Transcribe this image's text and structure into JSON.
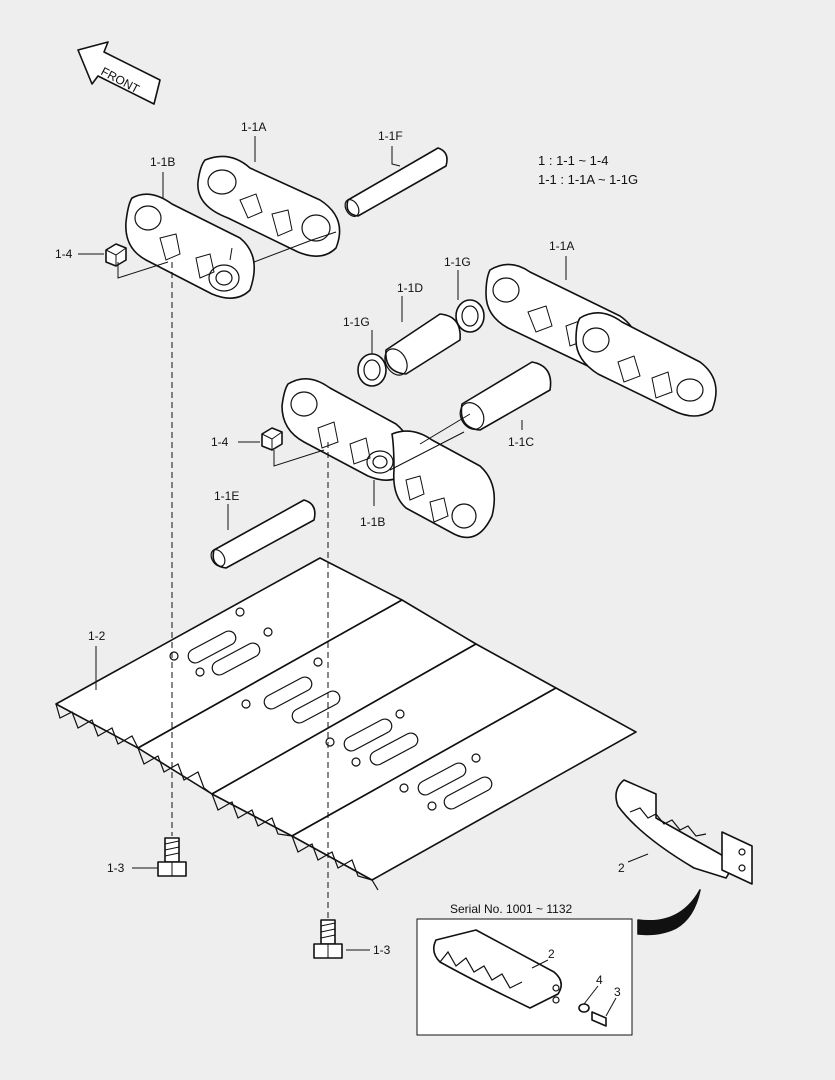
{
  "front_label": "FRONT",
  "legend": {
    "line1": "1 : 1-1 ~ 1-4",
    "line2": "1-1 : 1-1A ~ 1-1G"
  },
  "inset": {
    "title": "Serial No. 1001 ~ 1132"
  },
  "callouts": {
    "link_a_top": "1-1A",
    "pin_f": "1-1F",
    "link_b_top": "1-1B",
    "nut_top": "1-4",
    "seal_g_right": "1-1G",
    "bushing_d": "1-1D",
    "seal_g_left": "1-1G",
    "link_a_right": "1-1A",
    "nut_mid": "1-4",
    "bushing_c": "1-1C",
    "pin_e": "1-1E",
    "link_b_mid": "1-1B",
    "shoe": "1-2",
    "bolt_left": "1-3",
    "bolt_right": "1-3",
    "handle": "2",
    "inset_handle": "2",
    "inset_washer": "4",
    "inset_bolt": "3"
  }
}
